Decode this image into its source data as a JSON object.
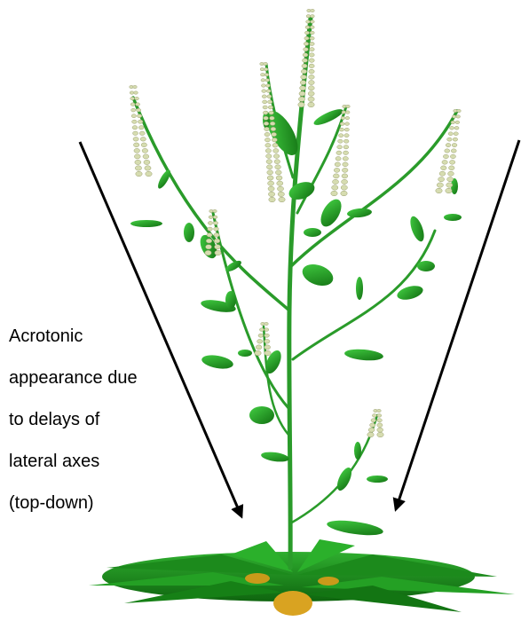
{
  "annotation": {
    "lines": [
      "Acrotonic",
      "appearance due",
      "to delays of",
      "lateral axes",
      "(top-down)"
    ]
  },
  "colors": {
    "background": "#ffffff",
    "stem": "#2a9b2a",
    "leaf_light": "#33c233",
    "leaf_dark": "#157a15",
    "rosette": "#1f8f1f",
    "rosette_shadow": "#c99a1a",
    "flower": "#d6dcb0",
    "arrow": "#000000"
  },
  "icons": [
    "arrow-left-icon",
    "arrow-right-icon"
  ]
}
